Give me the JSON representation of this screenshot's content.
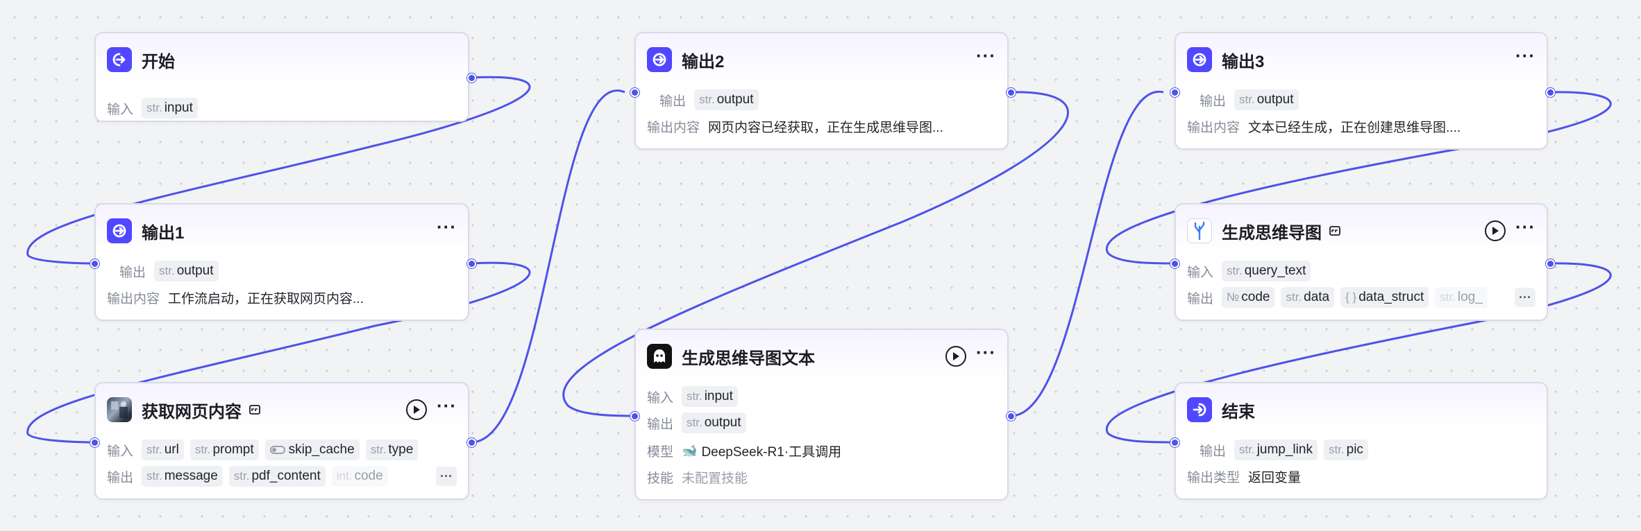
{
  "nodes": {
    "start": {
      "title": "开始",
      "input_label": "输入",
      "input_params": [
        {
          "type": "str.",
          "name": "input"
        }
      ]
    },
    "output1": {
      "title": "输出1",
      "output_label": "输出",
      "output_params": [
        {
          "type": "str.",
          "name": "output"
        }
      ],
      "content_label": "输出内容",
      "content": "工作流启动，正在获取网页内容..."
    },
    "fetch": {
      "title": "获取网页内容",
      "input_label": "输入",
      "input_params": [
        {
          "type": "str.",
          "name": "url"
        },
        {
          "type": "str.",
          "name": "prompt"
        },
        {
          "type": "",
          "name": "skip_cache"
        },
        {
          "type": "str.",
          "name": "type"
        }
      ],
      "output_label": "输出",
      "output_params": [
        {
          "type": "str.",
          "name": "message"
        },
        {
          "type": "str.",
          "name": "pdf_content"
        },
        {
          "type": "int.",
          "name": "code"
        }
      ],
      "more_chip": "···"
    },
    "output2": {
      "title": "输出2",
      "output_label": "输出",
      "output_params": [
        {
          "type": "str.",
          "name": "output"
        }
      ],
      "content_label": "输出内容",
      "content": "网页内容已经获取，正在生成思维导图..."
    },
    "mindmap_text": {
      "title": "生成思维导图文本",
      "input_label": "输入",
      "input_params": [
        {
          "type": "str.",
          "name": "input"
        }
      ],
      "output_label": "输出",
      "output_params": [
        {
          "type": "str.",
          "name": "output"
        }
      ],
      "model_label": "模型",
      "model": "DeepSeek-R1·工具调用",
      "skill_label": "技能",
      "skill": "未配置技能"
    },
    "output3": {
      "title": "输出3",
      "output_label": "输出",
      "output_params": [
        {
          "type": "str.",
          "name": "output"
        }
      ],
      "content_label": "输出内容",
      "content": "文本已经生成，正在创建思维导图...."
    },
    "mindmap": {
      "title": "生成思维导图",
      "input_label": "输入",
      "input_params": [
        {
          "type": "str.",
          "name": "query_text"
        }
      ],
      "output_label": "输出",
      "output_params": [
        {
          "type": "№",
          "name": "code"
        },
        {
          "type": "str.",
          "name": "data"
        },
        {
          "type": "{ }",
          "name": "data_struct"
        },
        {
          "type": "str.",
          "name": "log_"
        }
      ],
      "more_chip": "···"
    },
    "end": {
      "title": "结束",
      "output_label": "输出",
      "output_params": [
        {
          "type": "str.",
          "name": "jump_link"
        },
        {
          "type": "str.",
          "name": "pic"
        }
      ],
      "type_label": "输出类型",
      "type_value": "返回变量"
    }
  },
  "colors": {
    "accent": "#4d53e8",
    "node_icon": "#5147ff",
    "canvas": "#f2f3f5"
  },
  "icons": {
    "start": "login-arrow-icon",
    "output": "output-arrow-icon",
    "fetch": "plugin-avatar-image",
    "mindmap_text": "llm-ghost-icon",
    "mindmap": "tree-branch-icon",
    "end": "exit-arrow-icon",
    "run": "play-circle-icon",
    "more": "more-dots-icon",
    "title_badge": "store-badge-icon"
  }
}
